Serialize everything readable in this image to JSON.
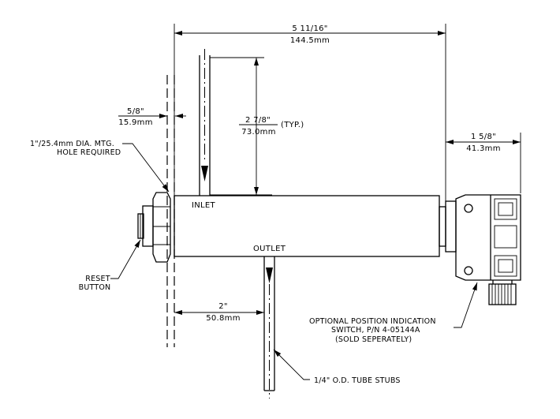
{
  "dimensions": {
    "overall_length_frac": "5 11/16\"",
    "overall_length_mm": "144.5mm",
    "panel_thickness_frac": "5/8\"",
    "panel_thickness_mm": "15.9mm",
    "tube_length_frac": "2 7/8\"",
    "tube_length_mm": "73.0mm",
    "tube_length_note": "(TYP.)",
    "switch_length_frac": "1 5/8\"",
    "switch_length_mm": "41.3mm",
    "outlet_offset_frac": "2\"",
    "outlet_offset_mm": "50.8mm"
  },
  "labels": {
    "inlet": "INLET",
    "outlet": "OUTLET",
    "hole_line1": "1\"/25.4mm DIA. MTG.",
    "hole_line2": "HOLE REQUIRED",
    "reset_line1": "RESET",
    "reset_line2": "BUTTON",
    "switch_line1": "OPTIONAL POSITION INDICATION",
    "switch_line2": "SWITCH, P/N 4-05144A",
    "switch_line3": "(SOLD SEPERATELY)",
    "tube_stubs": "1/4\" O.D. TUBE STUBS"
  }
}
